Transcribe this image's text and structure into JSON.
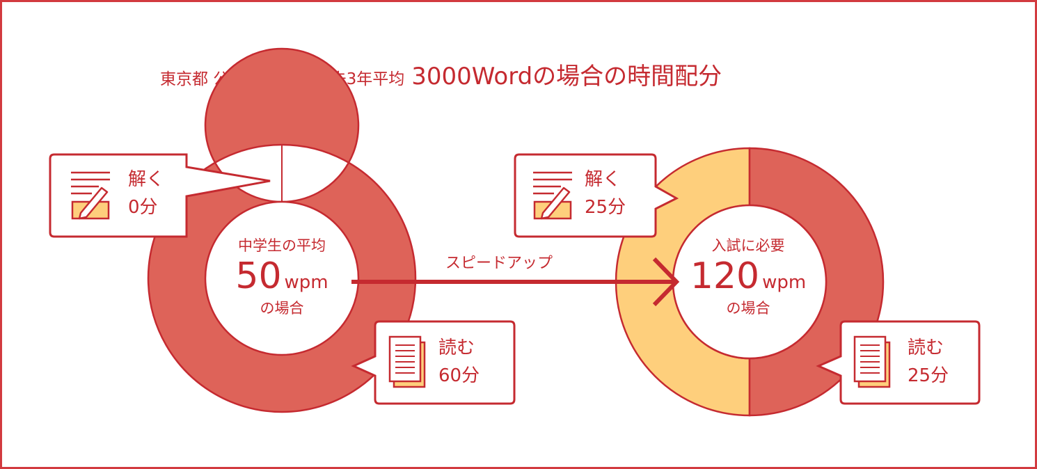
{
  "title": {
    "prefix": "東京都 公立高校入試 過去3年平均",
    "main": "3000Wordの場合の時間配分"
  },
  "arrow_label": "スピードアップ",
  "colors": {
    "red": "#c52a30",
    "slice_red": "#de6359",
    "slice_yellow": "#fecf7c",
    "border": "#d23a3f"
  },
  "chart_data": [
    {
      "type": "pie",
      "center": {
        "caption": "中学生の平均",
        "number": "50",
        "unit": "wpm",
        "suffix": "の場合"
      },
      "slices": [
        {
          "label": "解く",
          "value_text": "0分",
          "value": 0,
          "color": "#fecf7c"
        },
        {
          "label": "読む",
          "value_text": "60分",
          "value": 60,
          "color": "#de6359"
        }
      ]
    },
    {
      "type": "pie",
      "center": {
        "caption": "入試に必要",
        "number": "120",
        "unit": "wpm",
        "suffix": "の場合"
      },
      "slices": [
        {
          "label": "解く",
          "value_text": "25分",
          "value": 25,
          "color": "#fecf7c"
        },
        {
          "label": "読む",
          "value_text": "25分",
          "value": 25,
          "color": "#de6359"
        }
      ]
    }
  ],
  "icons": {
    "solve": "pencil-note-icon",
    "read": "document-icon"
  }
}
